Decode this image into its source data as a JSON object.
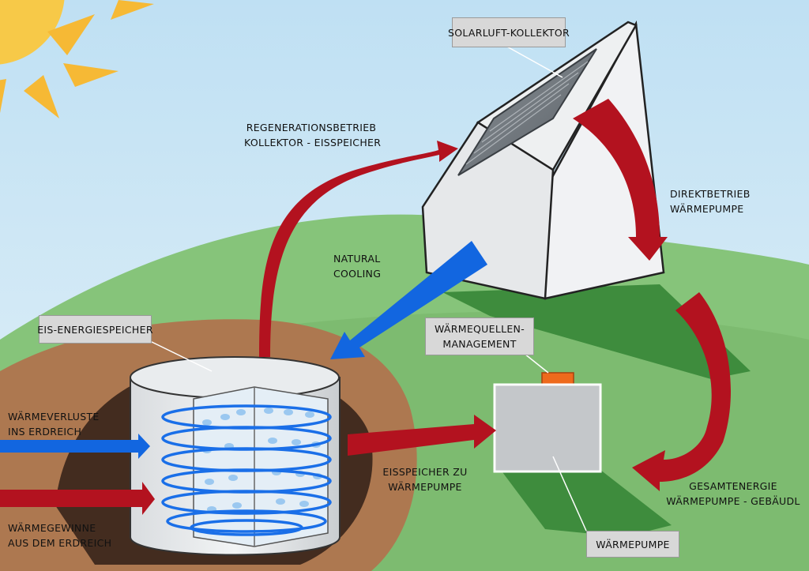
{
  "labels": {
    "collector": "SOLARLUFT-KOLLEKTOR",
    "regeneration": [
      "REGENERATIONSBETRIEB",
      "KOLLEKTOR - EISSPEICHER"
    ],
    "direct": [
      "DIREKTBETRIEB",
      "WÄRMEPUMPE"
    ],
    "natural_cooling": [
      "NATURAL",
      "COOLING"
    ],
    "ice_storage": "EIS-ENERGIESPEICHER",
    "source_management": [
      "WÄRMEQUELLEN-",
      "MANAGEMENT"
    ],
    "heat_loss": [
      "WÄRMEVERLUSTE",
      "INS ERDREICH"
    ],
    "heat_gain": [
      "WÄRMEGEWINNE",
      "AUS DEM ERDREICH"
    ],
    "storage_to_pump": [
      "EISSPEICHER ZU",
      "WÄRMEPUMPE"
    ],
    "total_energy": [
      "GESAMTENERGIE",
      "WÄRMEPUMPE - GEBÄUDL"
    ],
    "heat_pump": "WÄRMEPUMPE"
  },
  "colors": {
    "sky": "#cfe6f5",
    "hill": "#7fbf73",
    "hill_shadow": "#3d8a3c",
    "earth": "#b07a4f",
    "pit": "#3e2a1e",
    "sun": "#f6c542",
    "red_arrow": "#b3121f",
    "blue_arrow": "#1266e0",
    "coil": "#1a6fe8",
    "label_box": "#d8d8d8"
  }
}
